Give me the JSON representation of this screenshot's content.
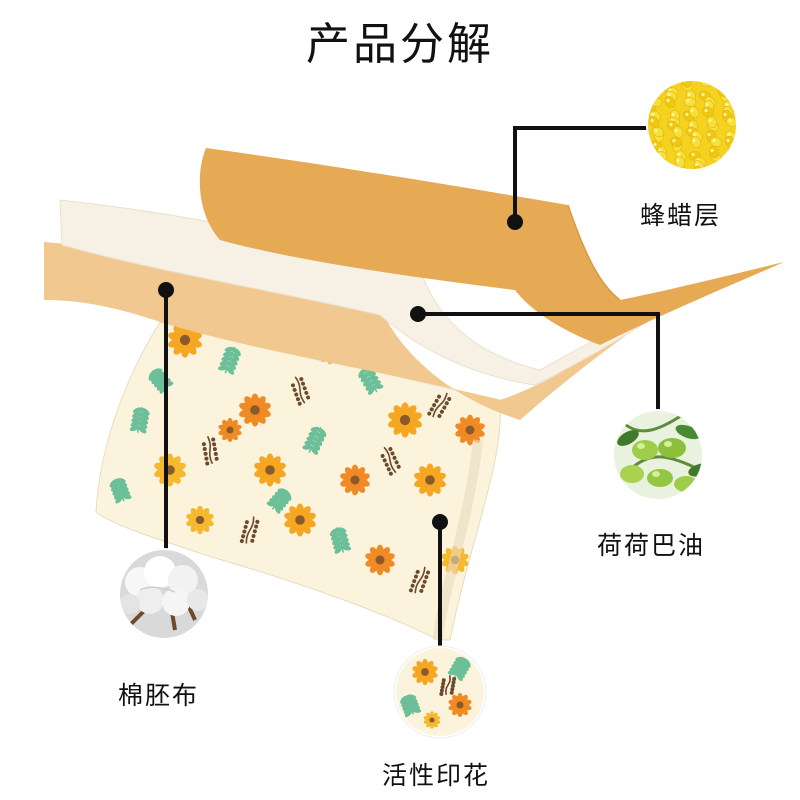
{
  "title": "产品分解",
  "layers": [
    {
      "key": "beeswax",
      "label": "蜂蜡层",
      "icon": "beeswax-pellets-icon"
    },
    {
      "key": "jojoba",
      "label": "荷荷巴油",
      "icon": "jojoba-fruit-icon"
    },
    {
      "key": "cotton",
      "label": "棉胚布",
      "icon": "cotton-boll-icon"
    },
    {
      "key": "print",
      "label": "活性印花",
      "icon": "floral-print-icon"
    }
  ],
  "colors": {
    "beeswax_layer": "#e6aa55",
    "jojoba_layer": "#f6efe4",
    "base_layer": "#f0c68a",
    "fabric": "#fbf3dc",
    "flower": "#f5a623",
    "leaf": "#6bbf99",
    "branch": "#6b4a2e",
    "line": "#111111"
  }
}
